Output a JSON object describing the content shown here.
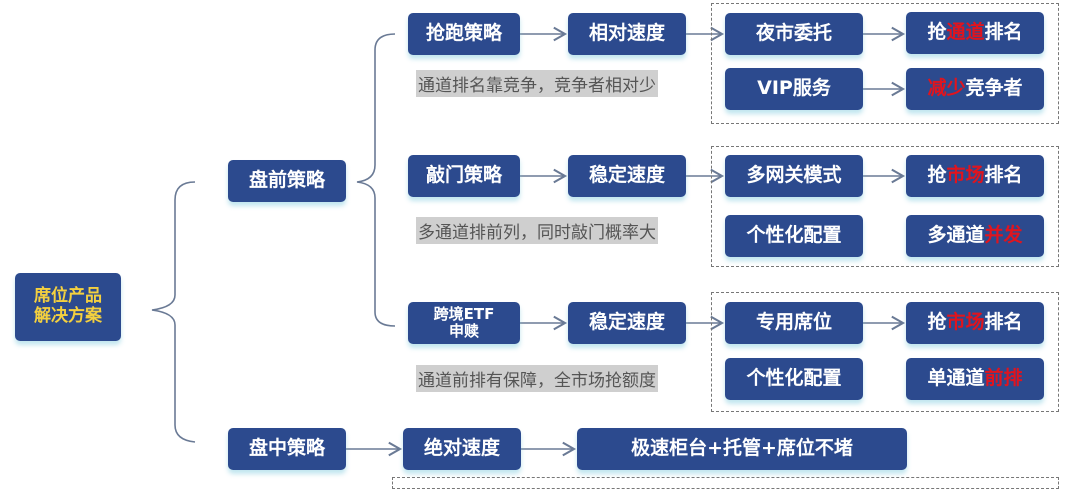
{
  "root": {
    "line1": "席位产品",
    "line2": "解决方案"
  },
  "branches": {
    "pre_market": "盘前策略",
    "intraday": "盘中策略"
  },
  "rows": [
    {
      "strategy": "抢跑策略",
      "speed": "相对速度",
      "caption": "通道排名靠竞争，竞争者相对少",
      "items": [
        {
          "label": "夜市委托",
          "result": {
            "pre": "抢",
            "hl": "通道",
            "post": "排名"
          }
        },
        {
          "label": "VIP服务",
          "result": {
            "pre": "",
            "hl": "减少",
            "post": "竞争者"
          }
        }
      ]
    },
    {
      "strategy": "敲门策略",
      "speed": "稳定速度",
      "caption": "多通道排前列，同时敲门概率大",
      "items": [
        {
          "label": "多网关模式",
          "result": {
            "pre": "抢",
            "hl": "市场",
            "post": "排名"
          }
        },
        {
          "label": "个性化配置",
          "result": {
            "pre": "多通道",
            "hl": "并发",
            "post": ""
          }
        }
      ]
    },
    {
      "strategy_line1": "跨境ETF",
      "strategy_line2": "申赎",
      "speed": "稳定速度",
      "caption": "通道前排有保障，全市场抢额度",
      "items": [
        {
          "label": "专用席位",
          "result": {
            "pre": "抢",
            "hl": "市场",
            "post": "排名"
          }
        },
        {
          "label": "个性化配置",
          "result": {
            "pre": "单通道",
            "hl": "前排",
            "post": ""
          }
        }
      ]
    }
  ],
  "intraday_row": {
    "speed": "绝对速度",
    "solution": "极速柜台+托管+席位不堵"
  },
  "colors": {
    "box": "#2c4a8e",
    "root_text": "#f4d03f",
    "highlight": "#e0141e"
  }
}
